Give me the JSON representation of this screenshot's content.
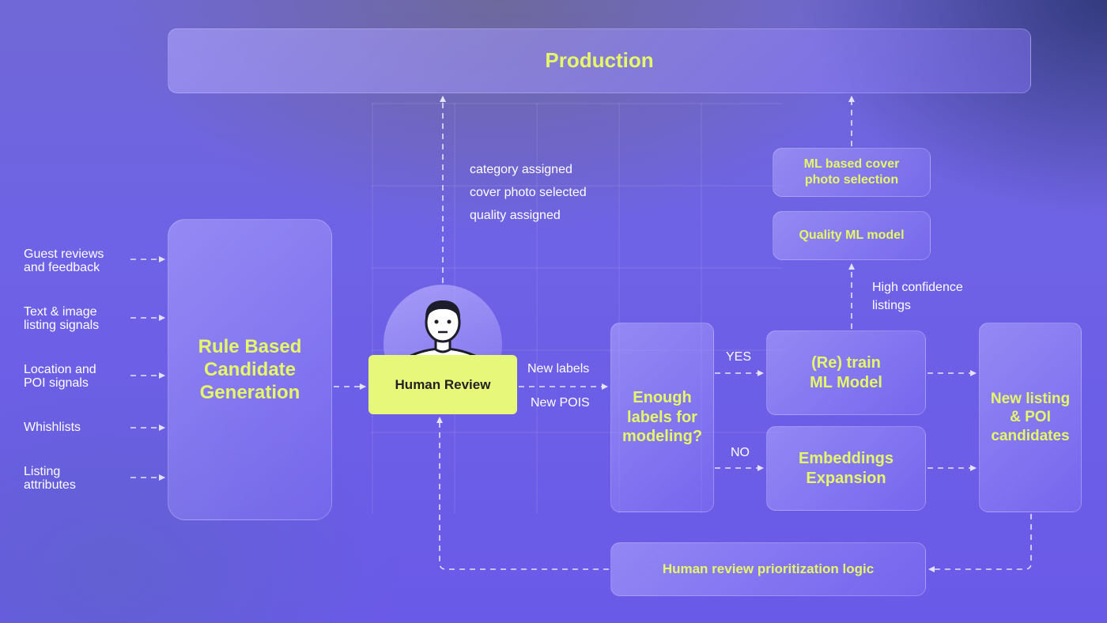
{
  "production": "Production",
  "inputs": [
    "Guest reviews\nand feedback",
    "Text & image\nlisting signals",
    "Location and\nPOI signals",
    "Whishlists",
    "Listing\nattributes"
  ],
  "rule_based": "Rule Based\nCandidate\nGeneration",
  "human_review": "Human Review",
  "outputs_note": "category assigned\ncover photo selected\nquality assigned",
  "new_labels": "New labels",
  "new_pois": "New POIS",
  "enough_labels": "Enough\nlabels for\nmodeling?",
  "yes": "YES",
  "no": "NO",
  "retrain": "(Re) train\nML Model",
  "embeddings": "Embeddings\nExpansion",
  "new_listing": "New listing\n& POI\ncandidates",
  "high_confidence": "High confidence\nlistings",
  "quality_model": "Quality ML model",
  "cover_selection": "ML based cover\nphoto selection",
  "prioritization": "Human review prioritization logic",
  "colors": {
    "accent_text": "#e6f76a",
    "human_box": "#e7f77a",
    "arrow": "#e4e2ff"
  }
}
